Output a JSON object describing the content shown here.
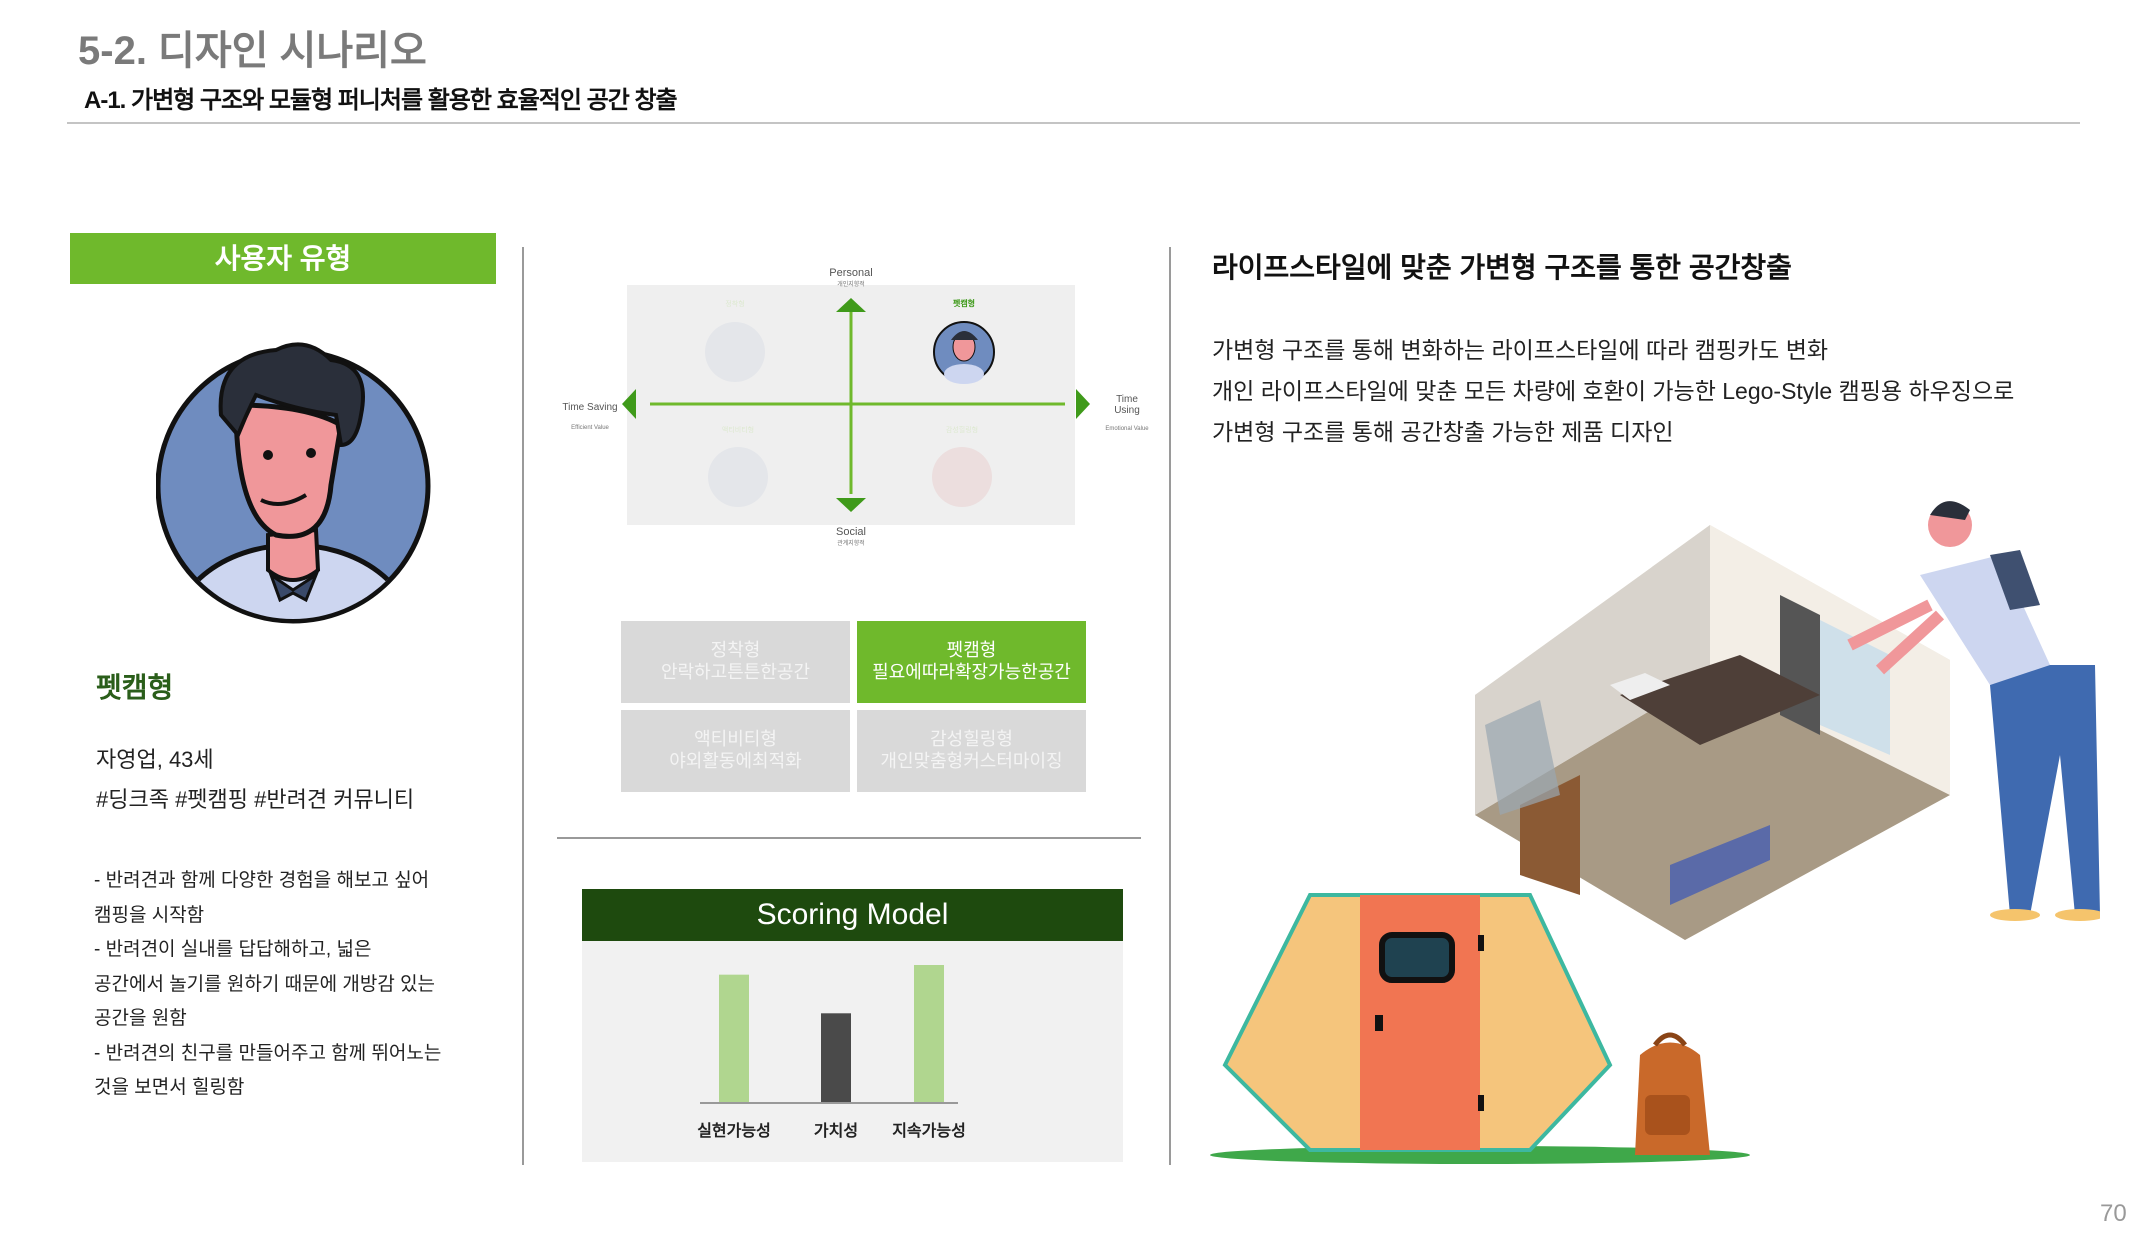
{
  "header": {
    "title": "5-2. 디자인 시나리오",
    "subtitle": "A-1. 가변형 구조와 모듈형 퍼니처를 활용한 효율적인 공간 창출"
  },
  "user": {
    "section_label": "사용자 유형",
    "type": "펫캠형",
    "job": "자영업, 43세",
    "tags": "#딩크족 #펫캠핑 #반려견 커뮤니티",
    "bullets": [
      "- 반려견과 함께 다양한 경험을 해보고   싶어",
      "캠핑을 시작함",
      "- 반려견이 실내를 답답해하고, 넓은",
      "공간에서 놀기를 원하기 때문에 개방감 있는",
      "공간을 원함",
      "- 반려견의 친구를 만들어주고 함께 뛰어노는",
      "것을 보면서 힐링함"
    ]
  },
  "quadrant": {
    "top": "Personal",
    "top_sub": "개인지향적",
    "bottom": "Social",
    "bottom_sub": "관계지향적",
    "left": "Time Saving",
    "left_sub": "Efficient Value",
    "right_1": "Time",
    "right_2": "Using",
    "right_sub": "Emotional Value",
    "q_tl": "정착형",
    "q_tr": "펫캠형",
    "q_bl": "액티비티형",
    "q_br": "감성힐링형"
  },
  "types": [
    {
      "name": "정착형",
      "desc": "안락하고튼튼한공간"
    },
    {
      "name": "펫캠형",
      "desc": "필요에따라확장가능한공간"
    },
    {
      "name": "액티비티형",
      "desc": "야외활동에최적화"
    },
    {
      "name": "감성힐링형",
      "desc": "개인맞춤형커스터마이징"
    }
  ],
  "chart_data": {
    "type": "bar",
    "title": "Scoring Model",
    "categories": [
      "실현가능성",
      "가치성",
      "지속가능성"
    ],
    "values": [
      93,
      65,
      100
    ],
    "colors": [
      "#b0d68f",
      "#4a4a4a",
      "#b0d68f"
    ],
    "ylim": [
      0,
      100
    ],
    "xlabel": "",
    "ylabel": ""
  },
  "right": {
    "heading": "라이프스타일에 맞춘 가변형 구조를 통한 공간창출",
    "body": [
      "가변형 구조를 통해 변화하는 라이프스타일에 따라 캠핑카도 변화",
      "개인 라이프스타일에 맞춘 모든 차량에 호환이 가능한 Lego-Style 캠핑용 하우징으로",
      "가변형 구조를 통해 공간창출 가능한 제품 디자인"
    ]
  },
  "page_number": "70",
  "colors": {
    "accent": "#6fb92c",
    "dark_green": "#1e4a0e"
  }
}
